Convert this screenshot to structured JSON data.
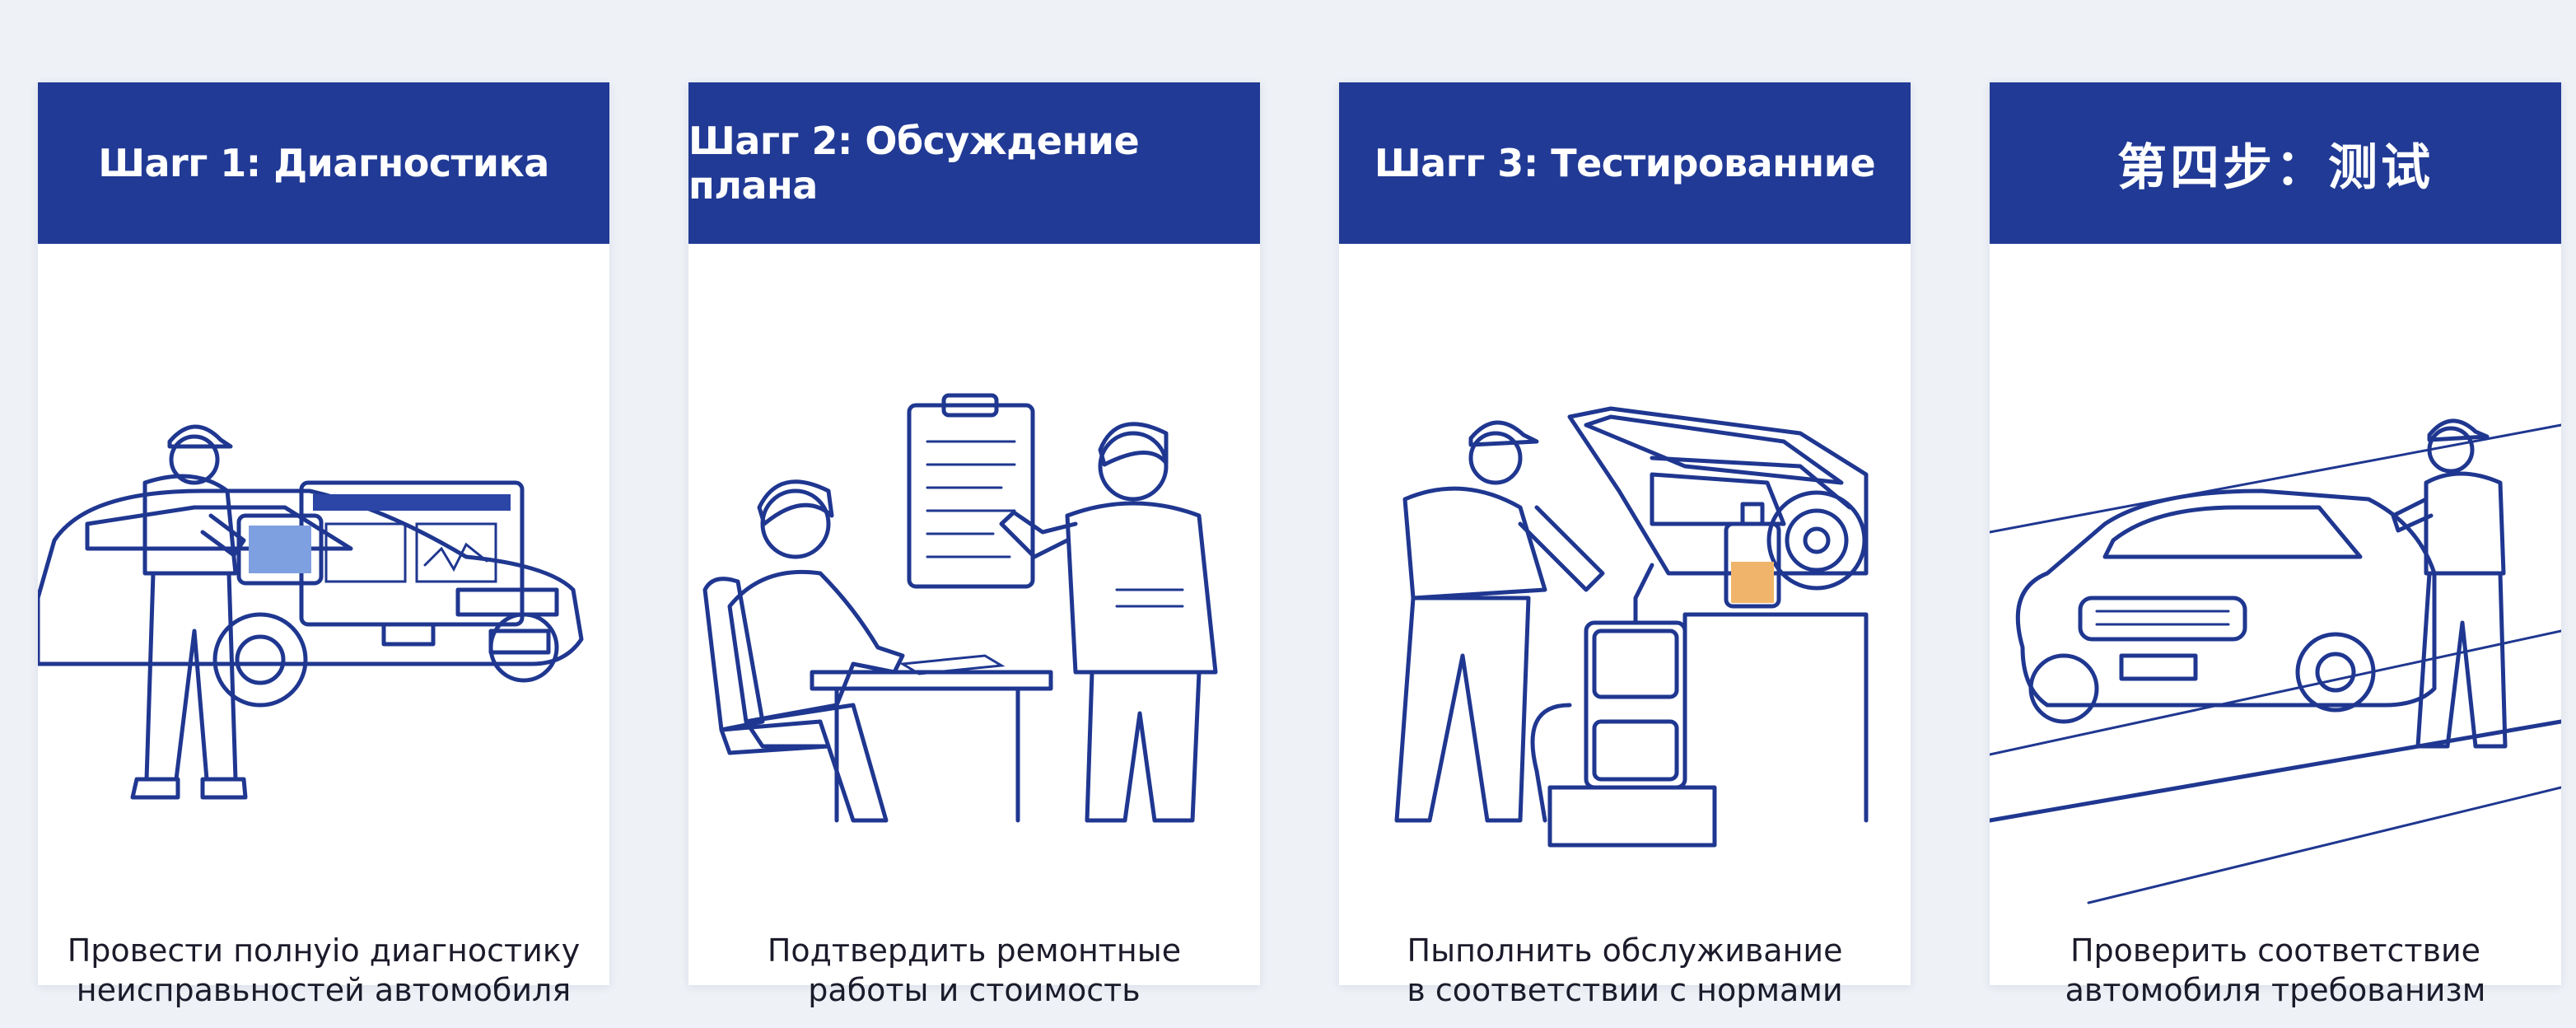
{
  "steps": [
    {
      "title": "Шаrг 1: Диагностика",
      "caption_line1": "Провести полнуіо диагностику",
      "caption_line2": "неисправьностей автомобиля"
    },
    {
      "title": "Шагг 2: Обсуждение плана",
      "caption_line1": "Подтвердить ремонтные",
      "caption_line2": "работы и стоимость"
    },
    {
      "title": "Шагг 3: Тестированние",
      "caption_line1": "Пыполнить обслуживание",
      "caption_line2": "в соответствии с нормами"
    },
    {
      "title": "第四步：测试",
      "caption_line1": "Проверить соответствие",
      "caption_line2": "автомобиля требованизм"
    }
  ],
  "colors": {
    "header": "#213a95",
    "line": "#1f3790",
    "fill_light": "#bccbec",
    "fill_dark": "#2b46a6",
    "background": "#eef1f6"
  },
  "icons": [
    "mechanic-with-tablet-icon",
    "customer-consultation-icon",
    "fluid-service-icon",
    "road-test-icon"
  ]
}
